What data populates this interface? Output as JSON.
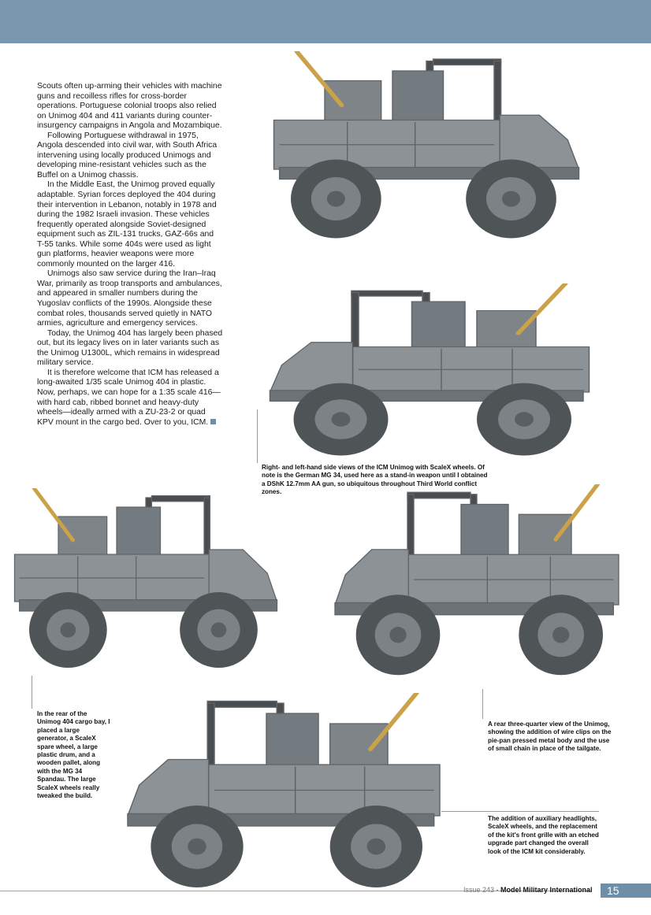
{
  "body_paragraphs": [
    "Scouts often up-arming their vehicles with machine guns and recoilless rifles for cross-border operations. Portuguese colonial troops also relied on Unimog 404 and 411 variants during counter-insurgency campaigns in Angola and Mozambique.",
    "Following Portuguese withdrawal in 1975, Angola descended into civil war, with South Africa intervening using locally produced Unimogs and developing mine-resistant vehicles such as the Buffel on a Unimog chassis.",
    "In the Middle East, the Unimog proved equally adaptable. Syrian forces deployed the 404 during their intervention in Lebanon, notably in 1978 and during the 1982 Israeli invasion. These vehicles frequently operated alongside Soviet-designed equipment such as ZIL-131 trucks, GAZ-66s and T-55 tanks. While some 404s were used as light gun platforms, heavier weapons were more commonly mounted on the larger 416.",
    "Unimogs also saw service during the Iran–Iraq War, primarily as troop transports and ambulances, and appeared in smaller numbers during the Yugoslav conflicts of the 1990s. Alongside these combat roles, thousands served quietly in NATO armies, agriculture and emergency services.",
    "Today, the Unimog 404 has largely been phased out, but its legacy lives on in later variants such as the Unimog U1300L, which remains in widespread military service.",
    "It is therefore welcome that ICM has released a long-awaited 1/35 scale Unimog 404 in plastic. Now, perhaps, we can hope for a 1:35 scale 416—with hard cab, ribbed bonnet and heavy-duty wheels—ideally armed with a ZU-23-2 or quad KPV mount in the cargo bed. Over to you, ICM."
  ],
  "captions": {
    "side_views": "Right- and left-hand side views of the ICM Unimog with ScaleX wheels. Of note is the German MG 34, used here as a stand-in weapon until I obtained a DShK 12.7mm AA gun, so ubiquitous throughout Third World conflict zones.",
    "rear_bay": "In the rear of the Unimog 404 cargo bay, I placed a large generator, a ScaleX spare wheel, a large plastic drum, and a wooden pallet, along with the MG 34 Spandau. The large ScaleX wheels really tweaked the build.",
    "rear_three_quarter": "A rear three-quarter view of the Unimog, showing the addition of wire clips on the pie-pan pressed metal body and the use of small chain in place of the tailgate.",
    "front_view": "The addition of auxiliary headlights, ScaleX wheels, and the replacement of the kit's front grille with an etched upgrade part changed the overall look of the ICM kit considerably."
  },
  "footer": {
    "issue": "Issue 243",
    "separator": " - ",
    "magazine": "Model Military International",
    "page_number": "15"
  },
  "colors": {
    "accent_blue": "#6f8fa9",
    "header_band": "#7a97b0",
    "model_grey": "#8d9296"
  }
}
